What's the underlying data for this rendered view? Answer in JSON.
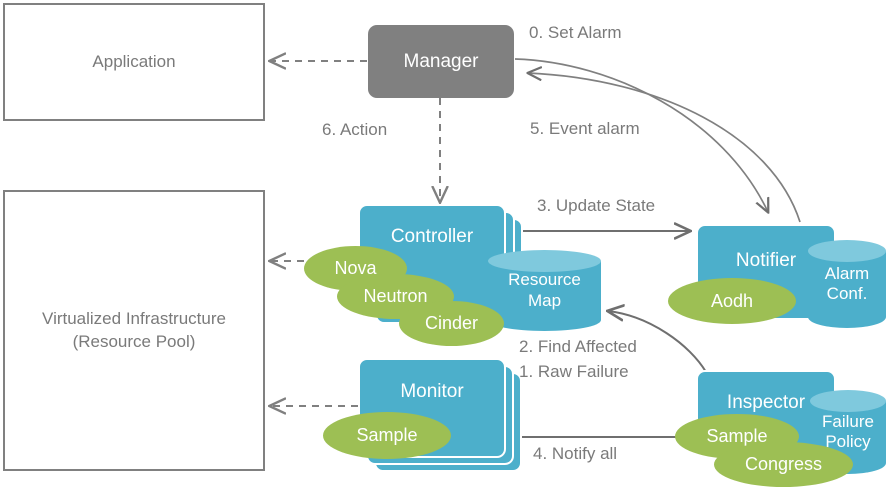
{
  "diagram": {
    "title": "OpenStack fault management architecture flow",
    "colors": {
      "teal": "#4CAFCB",
      "teal_light": "#7FC9DD",
      "green": "#9DBF54",
      "gray": "#808080",
      "text_gray": "#7a7a7a",
      "white": "#ffffff"
    },
    "nodes": {
      "application": {
        "label": "Application"
      },
      "infrastructure": {
        "line1": "Virtualized  Infrastructure",
        "line2": "(Resource Pool)"
      },
      "manager": {
        "label": "Manager"
      },
      "controller": {
        "label": "Controller"
      },
      "monitor": {
        "label": "Monitor"
      },
      "notifier": {
        "label": "Notifier"
      },
      "inspector": {
        "label": "Inspector"
      },
      "resource_map": {
        "line1": "Resource",
        "line2": "Map"
      },
      "alarm_conf": {
        "line1": "Alarm",
        "line2": "Conf."
      },
      "failure_policy": {
        "line1": "Failure",
        "line2": "Policy"
      }
    },
    "tags": {
      "nova": "Nova",
      "neutron": "Neutron",
      "cinder": "Cinder",
      "sample_monitor": "Sample",
      "aodh": "Aodh",
      "sample_inspector": "Sample",
      "congress": "Congress"
    },
    "flows": [
      {
        "id": "set-alarm",
        "label": "0. Set Alarm"
      },
      {
        "id": "raw-failure",
        "label": "1. Raw Failure"
      },
      {
        "id": "find-affected",
        "label": "2. Find Affected"
      },
      {
        "id": "update-state",
        "label": "3. Update State"
      },
      {
        "id": "notify-all",
        "label": "4. Notify all"
      },
      {
        "id": "event-alarm",
        "label": "5. Event alarm"
      },
      {
        "id": "action",
        "label": "6. Action"
      }
    ]
  }
}
